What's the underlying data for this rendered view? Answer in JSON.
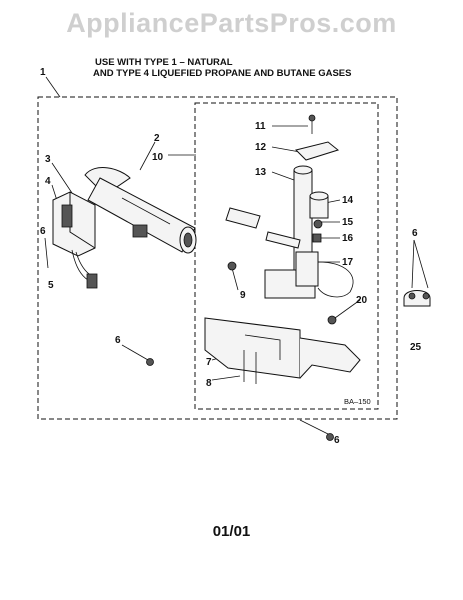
{
  "watermark": "AppliancePartsPros.com",
  "header": {
    "line1": "USE WITH TYPE 1 –  NATURAL",
    "line2": "AND TYPE 4    LIQUEFIED PROPANE AND BUTANE GASES"
  },
  "callouts": {
    "c1": "1",
    "c2": "2",
    "c3": "3",
    "c4": "4",
    "c5": "5",
    "c6a": "6",
    "c6b": "6",
    "c6c": "6",
    "c6d": "6",
    "c7": "7",
    "c8": "8",
    "c9": "9",
    "c10": "10",
    "c11": "11",
    "c12": "12",
    "c13": "13",
    "c14": "14",
    "c15": "15",
    "c16": "16",
    "c17": "17",
    "c20": "20",
    "c25": "25"
  },
  "diagram_code": "BA–150",
  "footer": "01/01"
}
